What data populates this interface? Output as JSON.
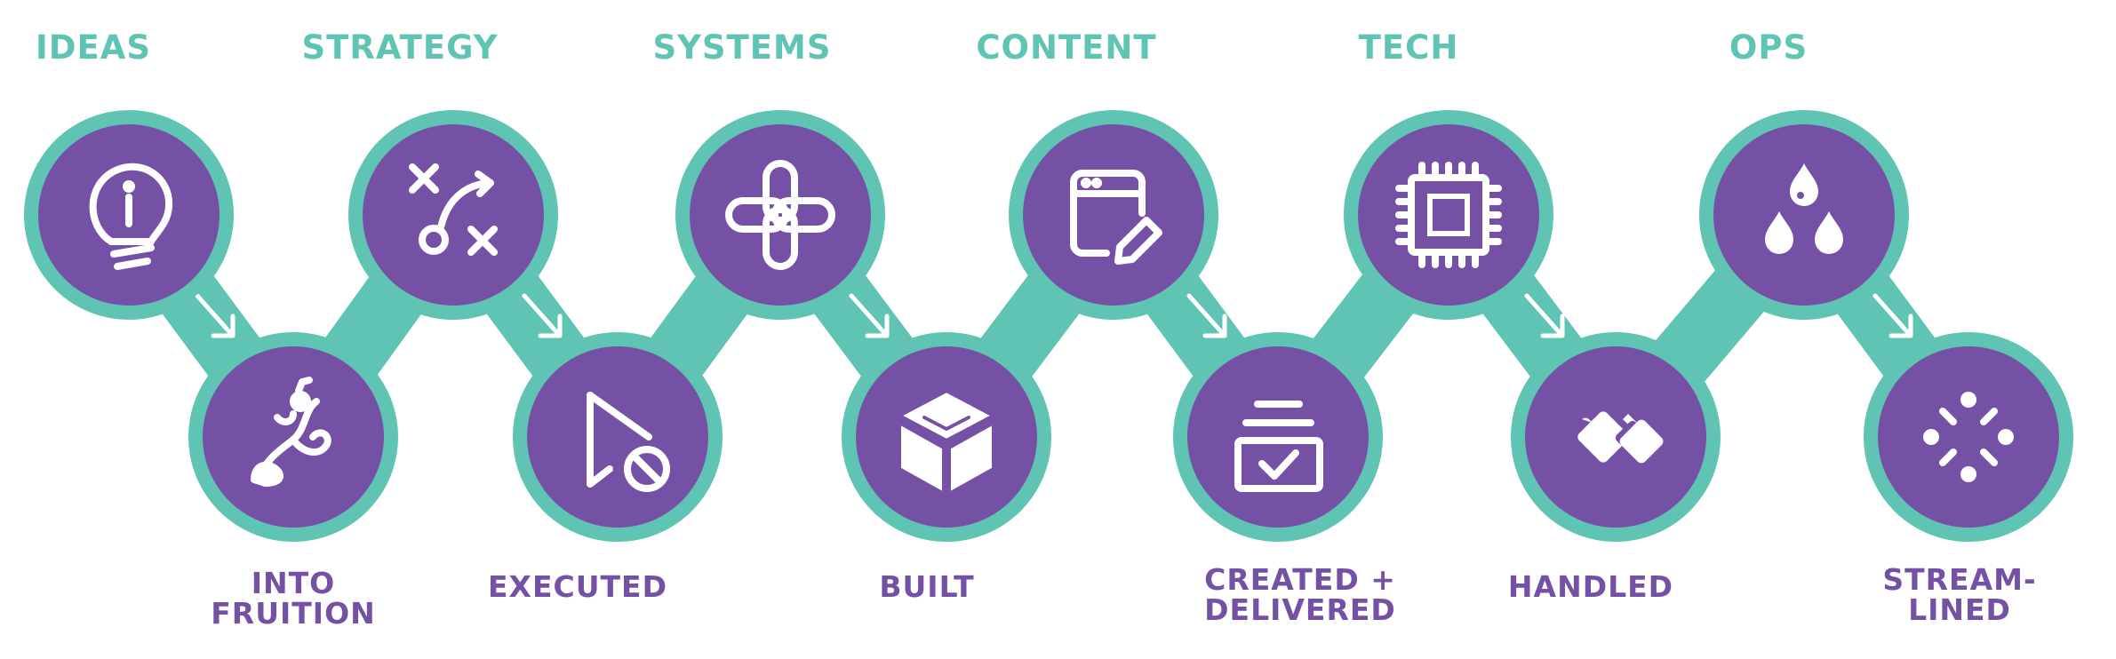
{
  "colors": {
    "teal": "#5FC4B3",
    "purple": "#7551A5",
    "icon": "#FFFFFF"
  },
  "top_labels": [
    "IDEAS",
    "STRATEGY",
    "SYSTEMS",
    "CONTENT",
    "TECH",
    "OPS"
  ],
  "bottom_labels": [
    [
      "INTO",
      "FRUITION"
    ],
    [
      "EXECUTED"
    ],
    [
      "BUILT"
    ],
    [
      "CREATED +",
      "DELIVERED"
    ],
    [
      "HANDLED"
    ],
    [
      "STREAM-",
      "LINED"
    ]
  ],
  "top_icons": [
    "lightbulb-icon",
    "strategy-play-icon",
    "systems-knot-icon",
    "content-edit-icon",
    "chip-icon",
    "droplets-icon"
  ],
  "bottom_icons": [
    "sprouting-plant-icon",
    "cursor-blocked-icon",
    "cube-icon",
    "inbox-check-icon",
    "diamonds-icon",
    "loader-icon"
  ]
}
